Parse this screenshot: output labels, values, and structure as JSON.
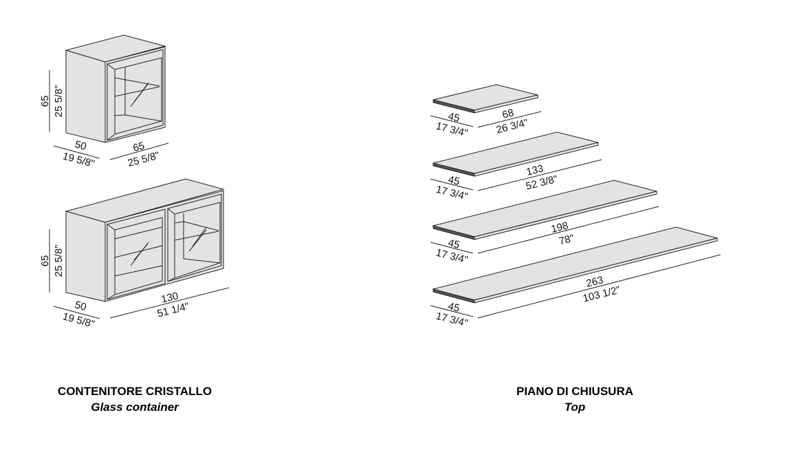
{
  "glass_container": {
    "title": "CONTENITORE CRISTALLO",
    "subtitle": "Glass container",
    "small": {
      "height_cm": "65",
      "height_in": "25 5/8\"",
      "depth_cm": "50",
      "depth_in": "19 5/8\"",
      "width_cm": "65",
      "width_in": "25 5/8\""
    },
    "large": {
      "height_cm": "65",
      "height_in": "25 5/8\"",
      "depth_cm": "50",
      "depth_in": "19 5/8\"",
      "width_cm": "130",
      "width_in": "51 1/4\""
    }
  },
  "top": {
    "title": "PIANO DI CHIUSURA",
    "subtitle": "Top",
    "slabs": [
      {
        "depth_cm": "45",
        "depth_in": "17 3/4\"",
        "width_cm": "68",
        "width_in": "26 3/4\""
      },
      {
        "depth_cm": "45",
        "depth_in": "17 3/4\"",
        "width_cm": "133",
        "width_in": "52 3/8\""
      },
      {
        "depth_cm": "45",
        "depth_in": "17 3/4\"",
        "width_cm": "198",
        "width_in": "78\""
      },
      {
        "depth_cm": "45",
        "depth_in": "17 3/4\"",
        "width_cm": "263",
        "width_in": "103 1/2\""
      }
    ]
  }
}
